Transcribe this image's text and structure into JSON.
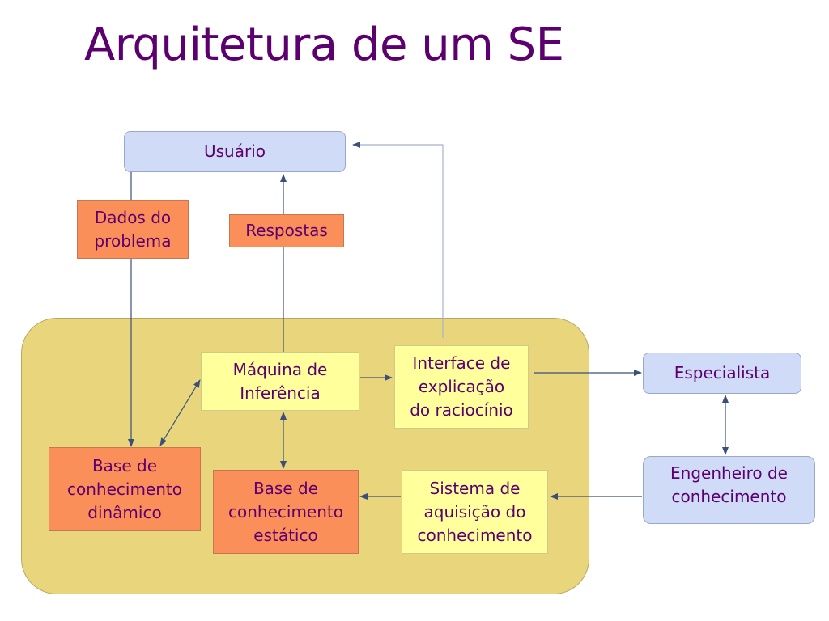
{
  "title": "Arquitetura de um SE",
  "diagram": {
    "usuario": "Usuário",
    "dados_do_problema": "Dados do\nproblema",
    "respostas": "Respostas",
    "maquina_de_inferencia": "Máquina de\nInferência",
    "interface_de_explicacao": "Interface de\nexplicação\ndo raciocínio",
    "especialista": "Especialista",
    "engenheiro_de_conhecimento": "Engenheiro de\nconhecimento",
    "base_conhecimento_dinamico": "Base de\nconhecimento\ndinâmico",
    "base_conhecimento_estatico": "Base de\nconhecimento\nestático",
    "sistema_de_aquisicao": "Sistema de\naquisição do\nconhecimento"
  },
  "colors": {
    "title": "#5c0070",
    "blue_box": "#d0dbf8",
    "orange_box": "#fb8f5a",
    "yellow_box": "#ffff9c",
    "system_area": "#e9d67c",
    "connector": "#3a4f7a"
  }
}
